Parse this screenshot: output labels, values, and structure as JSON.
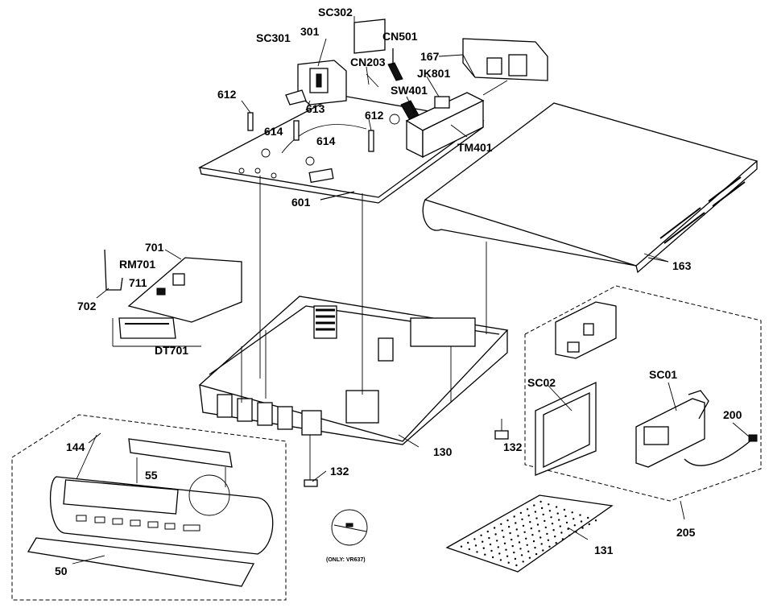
{
  "labels": {
    "sc302": "SC302",
    "sc301": "SC301",
    "p301": "301",
    "cn501": "CN501",
    "cn203": "CN203",
    "p167": "167",
    "jk801": "JK801",
    "sw401": "SW401",
    "p612a": "612",
    "p613": "613",
    "p612b": "612",
    "p614a": "614",
    "p614b": "614",
    "tm401": "TM401",
    "p601": "601",
    "p701": "701",
    "rm701": "RM701",
    "p711": "711",
    "p702": "702",
    "dt701": "DT701",
    "p163": "163",
    "sc02": "SC02",
    "sc01": "SC01",
    "p200": "200",
    "p144": "144",
    "p55": "55",
    "p132a": "132",
    "p130": "130",
    "p132b": "132",
    "p205": "205",
    "p131": "131",
    "p50": "50",
    "only_note": "(ONLY: VR637)"
  }
}
